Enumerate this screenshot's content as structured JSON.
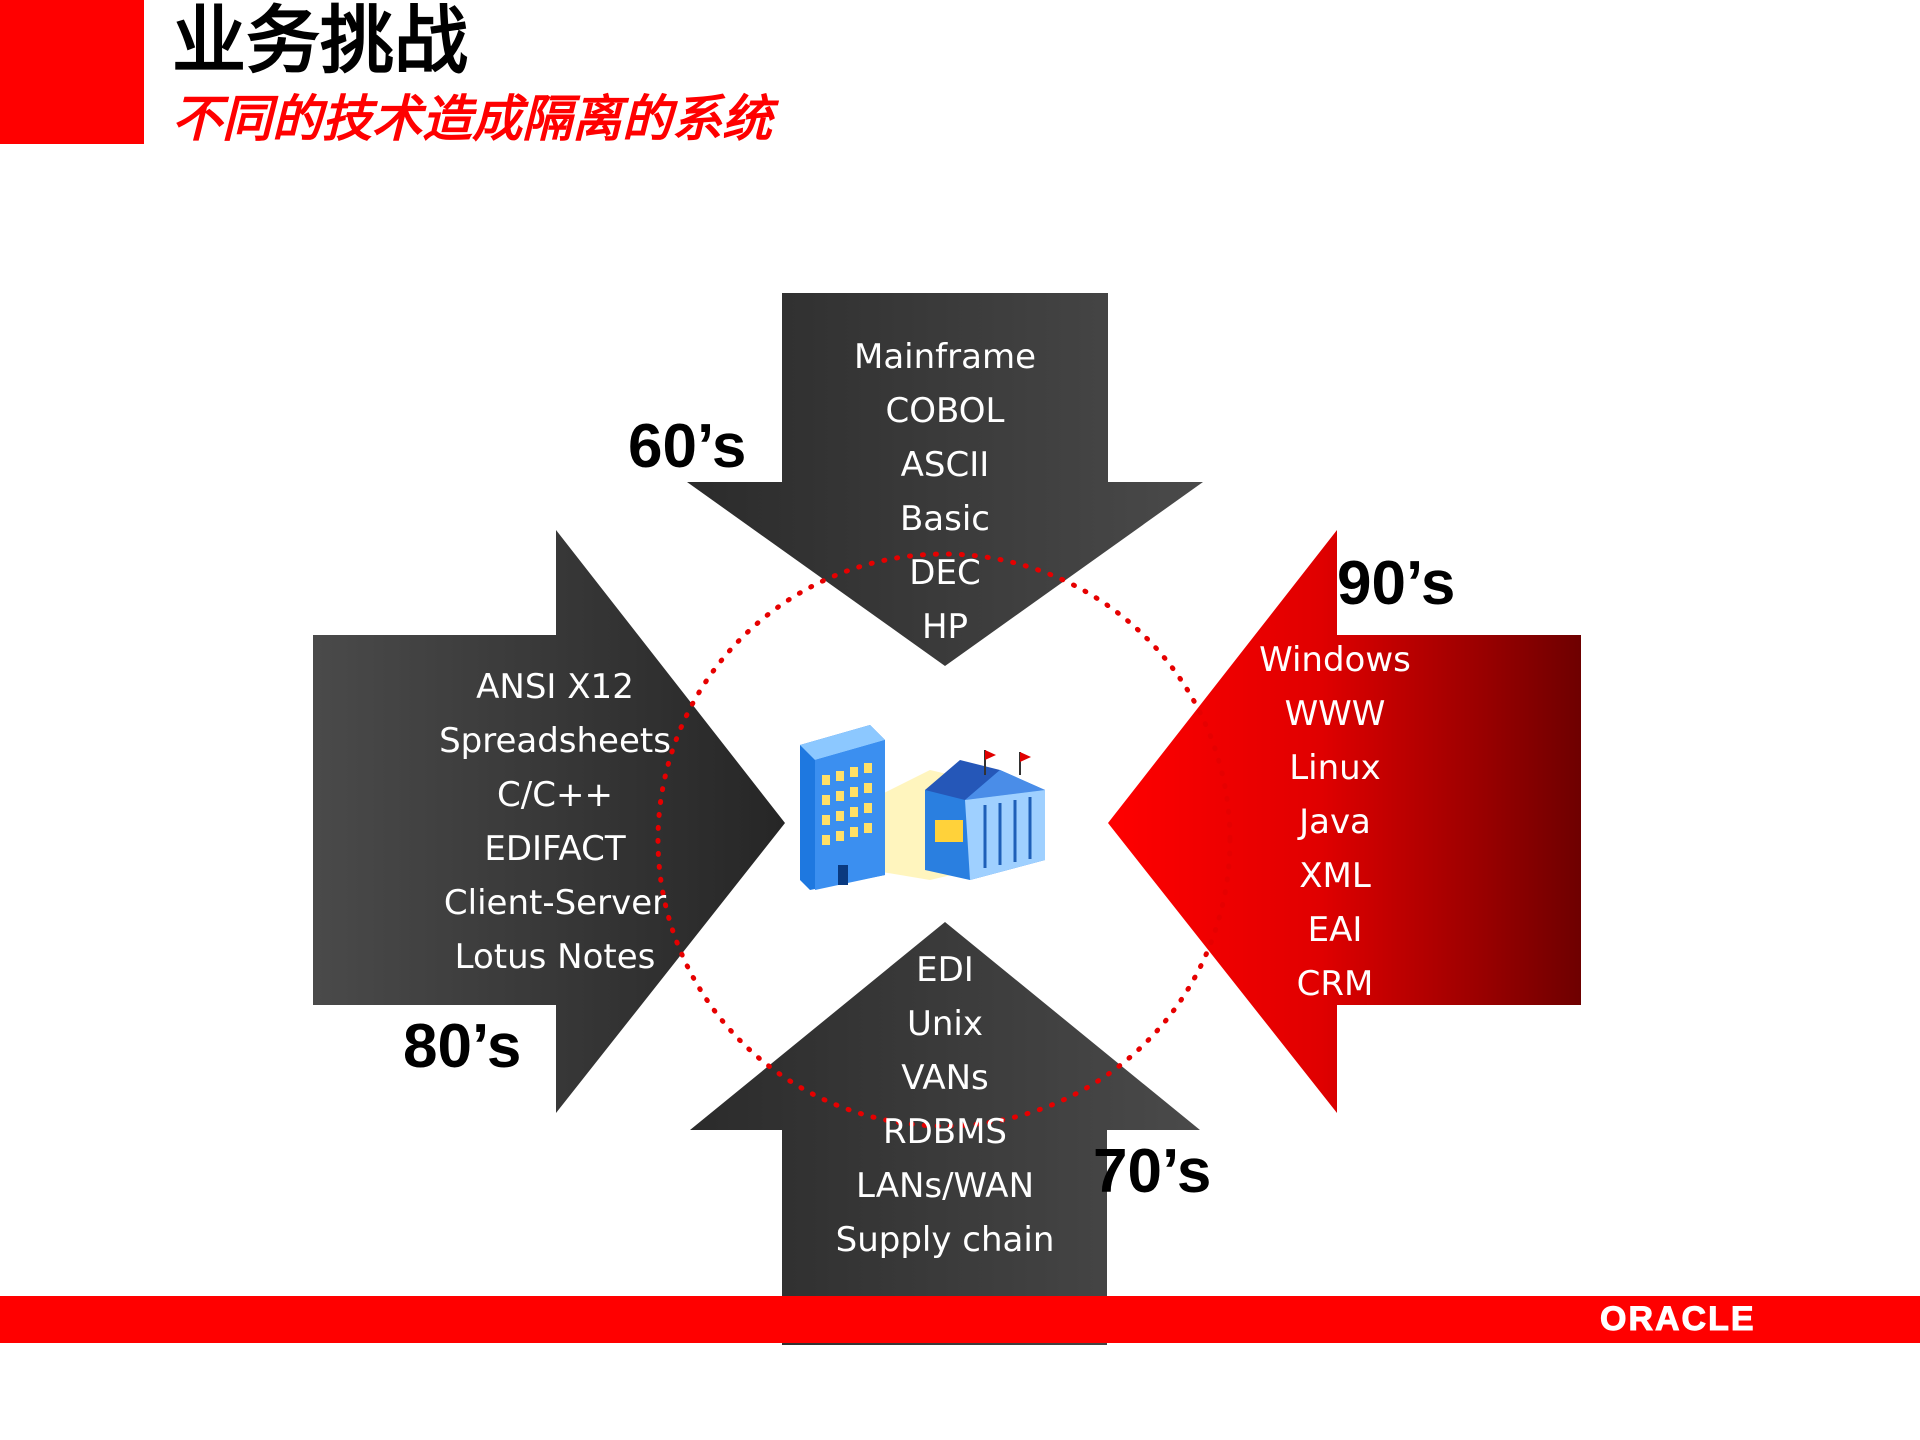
{
  "header": {
    "title": "业务挑战",
    "subtitle": "不同的技术造成隔离的系统"
  },
  "colors": {
    "accent_red": "#ff0000",
    "arrow_dark": "#3a3a3a",
    "dark_red": "#7a0000"
  },
  "eras": {
    "era_60s": {
      "label": "60’s",
      "items": [
        "Mainframe",
        "COBOL",
        "ASCII",
        "Basic",
        "DEC",
        "HP"
      ]
    },
    "era_70s": {
      "label": "70’s",
      "items": [
        "EDI",
        "Unix",
        "VANs",
        "RDBMS",
        "LANs/WAN",
        "Supply chain"
      ]
    },
    "era_80s": {
      "label": "80’s",
      "items": [
        "ANSI X12",
        "Spreadsheets",
        "C/C++",
        "EDIFACT",
        "Client-Server",
        "Lotus Notes"
      ]
    },
    "era_90s": {
      "label": "90’s",
      "items": [
        "Windows",
        "WWW",
        "Linux",
        "Java",
        "XML",
        "EAI",
        "CRM"
      ]
    }
  },
  "center_icon": "buildings-icon",
  "footer": {
    "logo": "ORACLE"
  }
}
